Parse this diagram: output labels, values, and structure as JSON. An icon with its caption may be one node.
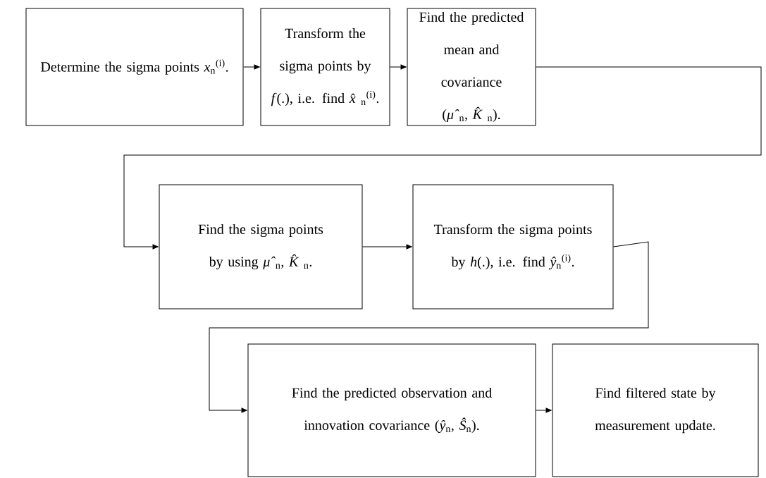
{
  "diagram": {
    "nodes": [
      {
        "text": [
          "Determine the sigma points *x*$_{n}$$^{(i)}$."
        ]
      },
      {
        "text": [
          "Transform the sigma points by *f*(.), i.e. find *x̂*$_{n}$$^{(i)}$."
        ]
      },
      {
        "text": [
          "Find the predicted mean and covariance (*μ̂*$_{n}$, *K̂*$_{n}$)."
        ]
      },
      {
        "text": [
          "Find the sigma points by using *μ̂*$_{n}$, *K̂*$_{n}$."
        ]
      },
      {
        "text": [
          "Transform the sigma points by *h*(.), i.e. find *ŷ*$_{n}$$^{(i)}$."
        ]
      },
      {
        "text": [
          "Find the predicted observation and innovation covariance (*ŷ*$_{n}$, *Ŝ*$_{n}$)."
        ]
      },
      {
        "text": [
          "Find filtered state by measurement update."
        ]
      }
    ],
    "edges": [
      {
        "from": 0,
        "to": 1,
        "arrow": "to"
      },
      {
        "from": 1,
        "to": 2,
        "arrow": "to"
      },
      {
        "from": 2,
        "to": 3,
        "arrow": "to"
      },
      {
        "from": 3,
        "to": 4,
        "arrow": "to"
      },
      {
        "from": 4,
        "to": 5,
        "arrow": "to"
      },
      {
        "from": 5,
        "to": 6,
        "arrow": "to"
      }
    ]
  }
}
